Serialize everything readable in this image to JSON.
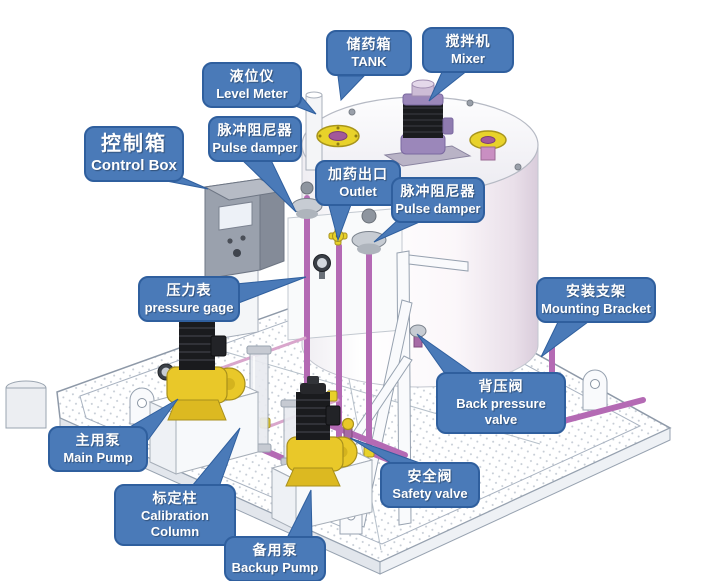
{
  "colors": {
    "background": "#ffffff",
    "callout": "#4a7ab8",
    "callout-border": "#2f5f9e",
    "callout-text": "#ffffff",
    "pipe": "#b46ab4",
    "pipe-light": "#d9a6cc",
    "pump-yellow": "#e9c829",
    "motor-black": "#1a1b1e",
    "flange-yellow": "#e8d22a",
    "mixer-purple": "#9b87ba",
    "control-box-gray": "#9aa1ad"
  },
  "labels": [
    {
      "id": "control-box",
      "zh": "控制箱",
      "en": "Control Box"
    },
    {
      "id": "level-meter",
      "zh": "液位仪",
      "en": "Level Meter"
    },
    {
      "id": "pulse-damper-left",
      "zh": "脉冲阻尼器",
      "en": "Pulse damper"
    },
    {
      "id": "tank",
      "zh": "储药箱",
      "en": "TANK"
    },
    {
      "id": "mixer",
      "zh": "搅拌机",
      "en": "Mixer"
    },
    {
      "id": "outlet",
      "zh": "加药出口",
      "en": "Outlet"
    },
    {
      "id": "pulse-damper-right",
      "zh": "脉冲阻尼器",
      "en": "Pulse damper"
    },
    {
      "id": "pressure-gage",
      "zh": "压力表",
      "en": "pressure gage"
    },
    {
      "id": "mounting-bracket",
      "zh": "安装支架",
      "en": "Mounting Bracket"
    },
    {
      "id": "back-pressure-valve",
      "zh": "背压阀",
      "en": "Back pressure valve"
    },
    {
      "id": "main-pump",
      "zh": "主用泵",
      "en": "Main Pump"
    },
    {
      "id": "calibration-column",
      "zh": "标定柱",
      "en": "Calibration Column"
    },
    {
      "id": "safety-valve",
      "zh": "安全阀",
      "en": "Safety valve"
    },
    {
      "id": "backup-pump",
      "zh": "备用泵",
      "en": "Backup Pump"
    }
  ]
}
